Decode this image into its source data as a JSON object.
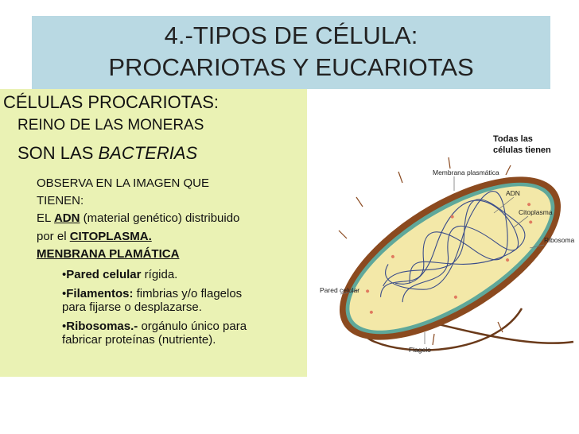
{
  "title": {
    "line1": "4.-TIPOS DE CÉLULA:",
    "line2": "PROCARIOTAS Y EUCARIOTAS"
  },
  "content": {
    "heading": "CÉLULAS PROCARIOTAS:",
    "kingdom": "REINO DE LAS MONERAS",
    "are_prefix": "SON LAS",
    "are_emph": "BACTERIAS",
    "observe_l1": "OBSERVA EN LA IMAGEN  QUE",
    "observe_l2": "TIENEN:",
    "adn_prefix": "EL",
    "adn_term": "ADN",
    "adn_rest": "(material genético) distribuido",
    "cyto_prefix": "por el",
    "cyto_term": "CITOPLASMA.",
    "membrane": "MENBRANA PLAMÁTICA",
    "bullets": [
      {
        "term": "Pared celular",
        "rest": " rígida.",
        "rest2": ""
      },
      {
        "term": "Filamentos:",
        "rest": " fimbrias y/o flagelos",
        "rest2": "para fijarse o desplazarse."
      },
      {
        "term": "Ribosomas.-",
        "rest": " orgánulo  único para",
        "rest2": "fabricar proteínas (nutriente)."
      }
    ]
  },
  "diagram": {
    "note_l1": "Todas las",
    "note_l2": "células tienen",
    "labels": {
      "membrana": "Membrana plasmática",
      "adn": "ADN",
      "citoplasma": "Citoplasma",
      "ribosoma": "Ribosoma",
      "pared": "Pared celular",
      "flagelo": "Flagelo"
    }
  }
}
